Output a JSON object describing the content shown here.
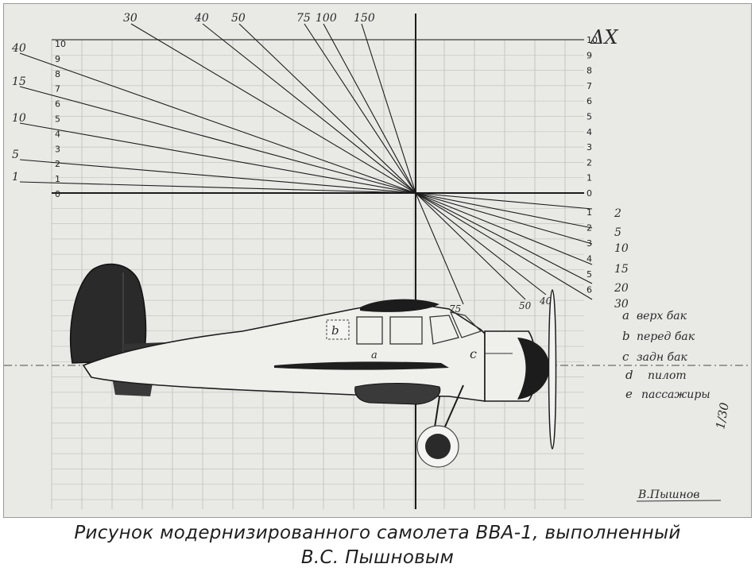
{
  "diagram": {
    "top_labels": [
      "30",
      "40",
      "50",
      "75",
      "100",
      "150"
    ],
    "left_labels": [
      "40",
      "15",
      "10",
      "5",
      "1"
    ],
    "left_ticks": [
      "10",
      "9",
      "8",
      "7",
      "6",
      "5",
      "4",
      "3",
      "2",
      "1",
      "0"
    ],
    "right_ticks_top": [
      "10",
      "9",
      "8",
      "7",
      "6",
      "5",
      "4",
      "3",
      "2",
      "1",
      "0"
    ],
    "right_ticks_bottom": [
      "1",
      "2",
      "3",
      "4",
      "5",
      "6"
    ],
    "right_bottom_labels": [
      "2",
      "5",
      "10",
      "15",
      "20",
      "30"
    ],
    "axis_label": "ΔX",
    "scale_label": "1/30",
    "near_plane_labels": [
      "75",
      "50",
      "40"
    ],
    "cabin_marks": [
      "b",
      "a",
      "c"
    ],
    "legend": [
      {
        "key": "a",
        "text": "верх бак"
      },
      {
        "key": "b",
        "text": "перед бак"
      },
      {
        "key": "c",
        "text": "задн бак"
      },
      {
        "key": "d",
        "text": "пилот"
      },
      {
        "key": "e",
        "text": "пассажиры"
      }
    ],
    "signature": "В.Пышнов",
    "colors": {
      "paper": "#e9e9e6",
      "ink": "#1c1c1c",
      "grid": "#b9b9b5"
    }
  },
  "caption": {
    "line1": "Рисунок модернизированного самолета ВВА-1, выполненный",
    "line2": "В.С. Пышновым"
  }
}
